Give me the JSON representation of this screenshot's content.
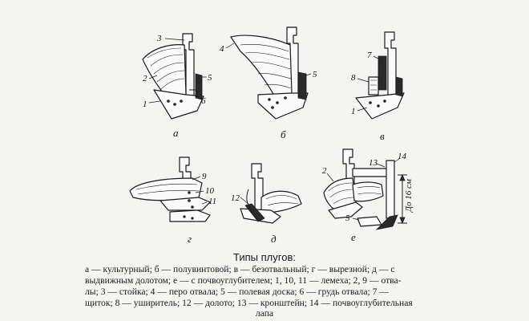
{
  "figure": {
    "subfigure_letters": [
      "а",
      "б",
      "в",
      "г",
      "д",
      "е"
    ],
    "part_numbers": [
      "1",
      "2",
      "3",
      "4",
      "5",
      "6",
      "7",
      "8",
      "9",
      "10",
      "11",
      "12",
      "13",
      "14"
    ],
    "depth_label": "До 16 см"
  },
  "caption": {
    "title": "Типы плугов:",
    "line1": "а — культурный; б — полувинтовой; в — безотвальный; г — вырезной; д — с",
    "line2": "выдвижным долотом; е — с почвоуглубителем; 1, 10, 11 — лемеха; 2, 9 — отва-",
    "line3": "лы; 3 — стойка; 4 — перо отвала; 5 — полевая доска; 6 — грудь отвала; 7 —",
    "line4": "щиток; 8 — уширитель; 12 — долото; 13 — кронштейн; 14 — почвоуглубительная",
    "line5": "лапа"
  }
}
